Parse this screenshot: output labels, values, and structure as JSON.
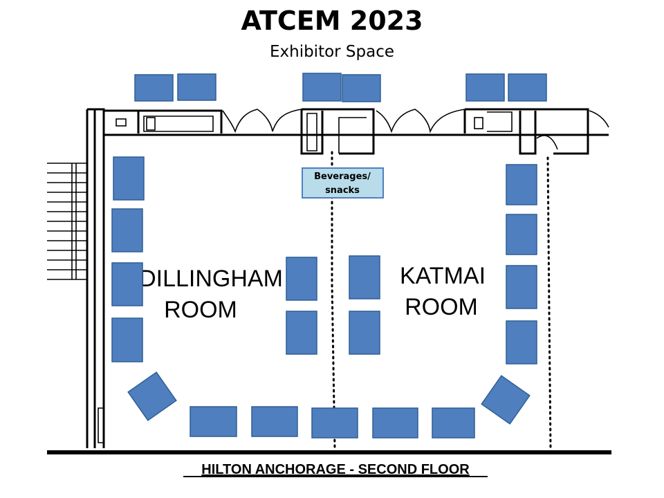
{
  "header": {
    "title": "ATCEM 2023",
    "subtitle": "Exhibitor Space"
  },
  "rooms": [
    {
      "line1": "DILLINGHAM",
      "line2": "ROOM"
    },
    {
      "line1": "KATMAI",
      "line2": "ROOM"
    }
  ],
  "beverages": {
    "line1": "Beverages/",
    "line2": "snacks"
  },
  "footer": {
    "label": "HILTON ANCHORAGE - SECOND FLOOR"
  },
  "colors": {
    "booth": "#4f7fbf",
    "beverages_fill": "#b8dcea"
  }
}
